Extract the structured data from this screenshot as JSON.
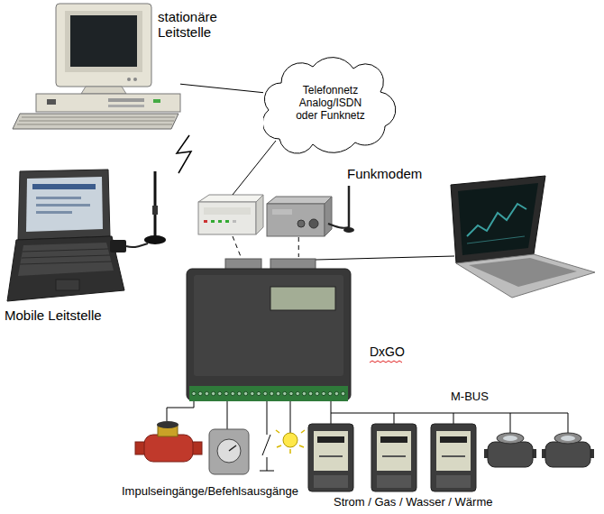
{
  "diagram": {
    "nodes": [
      {
        "text": [
          "stationäre Leitstelle"
        ]
      },
      {
        "text": [
          "Telefonnetz Analog/ISDN oder Funknetz"
        ]
      },
      {
        "text": [
          "Funkmodem"
        ]
      },
      {
        "text": [
          "Mobile Leitstelle"
        ]
      },
      {
        "text": [
          "DxGO"
        ]
      },
      {
        "text": [
          "Impulseingänge/Befehlsausgänge"
        ]
      },
      {
        "text": [
          "Strom / Gas / Wasser / Wärme"
        ]
      }
    ],
    "edges": [
      {
        "from": 0,
        "to": 1,
        "arrow": "none"
      },
      {
        "from": 2,
        "to": 4,
        "arrow": "none"
      },
      {
        "from": 4,
        "to": 5,
        "arrow": "none"
      },
      {
        "from": 4,
        "to": 6,
        "arrow": "none"
      }
    ],
    "labels": [
      "M-BUS"
    ]
  }
}
